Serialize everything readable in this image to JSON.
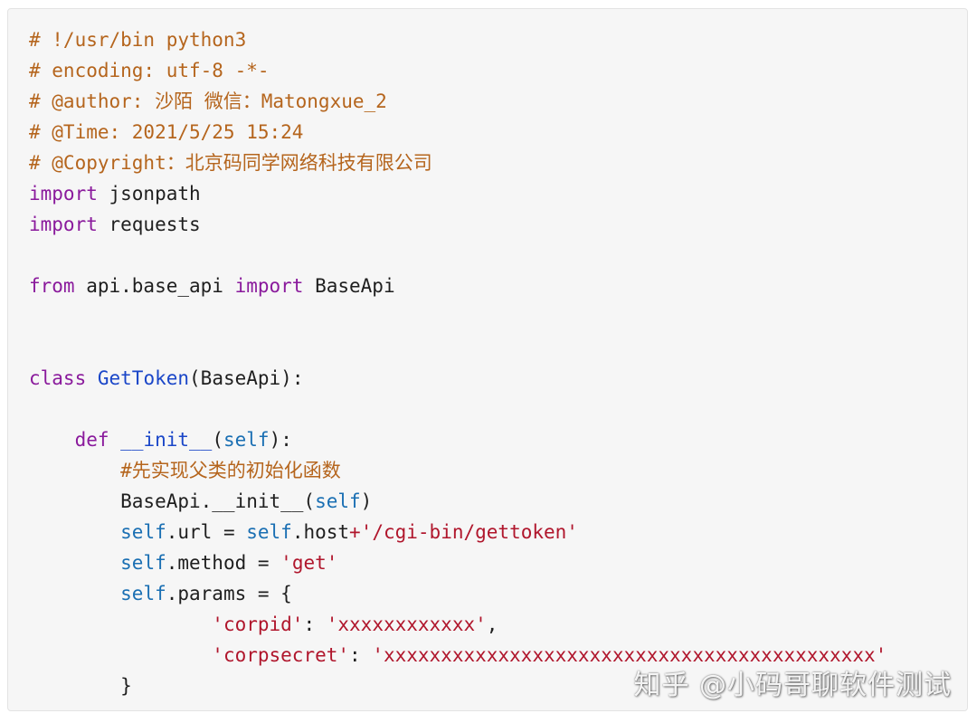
{
  "colors": {
    "background": "#f6f6f6",
    "comment": "#b5651d",
    "keyword": "#8a1a9c",
    "class_name": "#1a46c8",
    "self": "#1a6fb3",
    "string": "#b0162c",
    "plain": "#1f1f1f"
  },
  "code": {
    "lines": [
      [
        {
          "t": "comment",
          "text": "# !/usr/bin python3"
        }
      ],
      [
        {
          "t": "comment",
          "text": "# encoding: utf-8 -*-"
        }
      ],
      [
        {
          "t": "comment",
          "text": "# @author: 沙陌 微信：Matongxue_2"
        }
      ],
      [
        {
          "t": "comment",
          "text": "# @Time: 2021/5/25 15:24"
        }
      ],
      [
        {
          "t": "comment",
          "text": "# @Copyright：北京码同学网络科技有限公司"
        }
      ],
      [
        {
          "t": "kw",
          "text": "import"
        },
        {
          "t": "plain",
          "text": " jsonpath"
        }
      ],
      [
        {
          "t": "kw",
          "text": "import"
        },
        {
          "t": "plain",
          "text": " requests"
        }
      ],
      [],
      [
        {
          "t": "kw",
          "text": "from"
        },
        {
          "t": "plain",
          "text": " api.base_api "
        },
        {
          "t": "kw",
          "text": "import"
        },
        {
          "t": "plain",
          "text": " BaseApi"
        }
      ],
      [],
      [],
      [
        {
          "t": "kw",
          "text": "class"
        },
        {
          "t": "plain",
          "text": " "
        },
        {
          "t": "class",
          "text": "GetToken"
        },
        {
          "t": "plain",
          "text": "(BaseApi):"
        }
      ],
      [],
      [
        {
          "t": "plain",
          "text": "    "
        },
        {
          "t": "kw",
          "text": "def"
        },
        {
          "t": "plain",
          "text": " "
        },
        {
          "t": "class",
          "text": "__init__"
        },
        {
          "t": "plain",
          "text": "("
        },
        {
          "t": "self",
          "text": "self"
        },
        {
          "t": "plain",
          "text": "):"
        }
      ],
      [
        {
          "t": "plain",
          "text": "        "
        },
        {
          "t": "comment",
          "text": "#先实现父类的初始化函数"
        }
      ],
      [
        {
          "t": "plain",
          "text": "        BaseApi.__init__("
        },
        {
          "t": "self",
          "text": "self"
        },
        {
          "t": "plain",
          "text": ")"
        }
      ],
      [
        {
          "t": "plain",
          "text": "        "
        },
        {
          "t": "self",
          "text": "self"
        },
        {
          "t": "plain",
          "text": ".url = "
        },
        {
          "t": "self",
          "text": "self"
        },
        {
          "t": "plain",
          "text": ".host"
        },
        {
          "t": "op",
          "text": "+"
        },
        {
          "t": "str",
          "text": "'/cgi-bin/gettoken'"
        }
      ],
      [
        {
          "t": "plain",
          "text": "        "
        },
        {
          "t": "self",
          "text": "self"
        },
        {
          "t": "plain",
          "text": ".method = "
        },
        {
          "t": "str",
          "text": "'get'"
        }
      ],
      [
        {
          "t": "plain",
          "text": "        "
        },
        {
          "t": "self",
          "text": "self"
        },
        {
          "t": "plain",
          "text": ".params = {"
        }
      ],
      [
        {
          "t": "plain",
          "text": "                "
        },
        {
          "t": "str",
          "text": "'corpid'"
        },
        {
          "t": "plain",
          "text": ": "
        },
        {
          "t": "str",
          "text": "'xxxxxxxxxxxx'"
        },
        {
          "t": "plain",
          "text": ","
        }
      ],
      [
        {
          "t": "plain",
          "text": "                "
        },
        {
          "t": "str",
          "text": "'corpsecret'"
        },
        {
          "t": "plain",
          "text": ": "
        },
        {
          "t": "str",
          "text": "'xxxxxxxxxxxxxxxxxxxxxxxxxxxxxxxxxxxxxxxxxxx'"
        }
      ],
      [
        {
          "t": "plain",
          "text": "        }"
        }
      ]
    ]
  },
  "watermark": {
    "text": "知乎 @小码哥聊软件测试"
  }
}
